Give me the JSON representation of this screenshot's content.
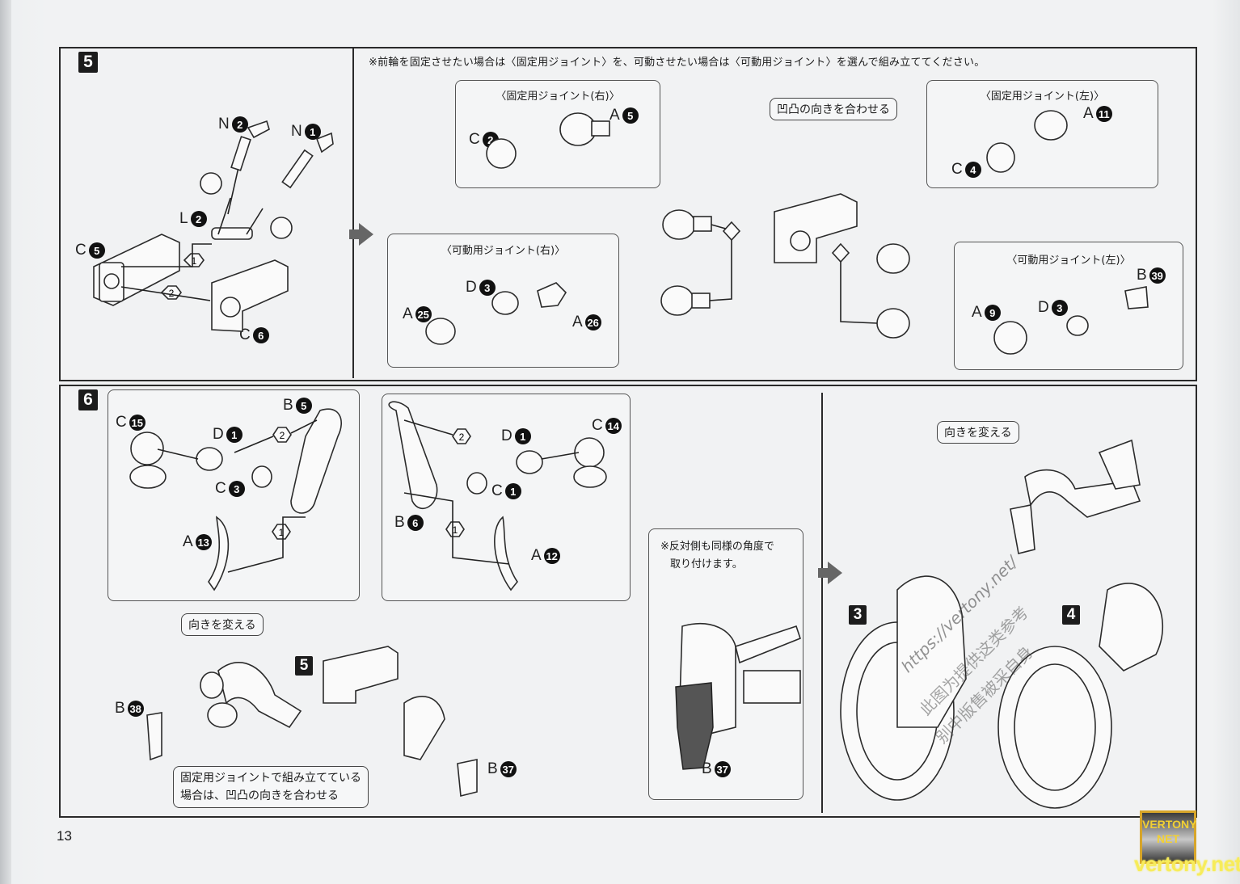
{
  "page": {
    "number": "13"
  },
  "step5": {
    "step_label": "5",
    "notice": "※前輪を固定させたい場合は〈固定用ジョイント〉を、可動させたい場合は〈可動用ジョイント〉を選んで組み立ててください。",
    "left_parts": [
      {
        "letter": "N",
        "num": "2"
      },
      {
        "letter": "N",
        "num": "1"
      },
      {
        "letter": "L",
        "num": "2"
      },
      {
        "letter": "C",
        "num": "5"
      },
      {
        "letter": "C",
        "num": "6"
      }
    ],
    "order_markers": [
      "1",
      "2"
    ],
    "fixed_right": {
      "title": "〈固定用ジョイント(右)〉",
      "parts": [
        {
          "letter": "C",
          "num": "2"
        },
        {
          "letter": "A",
          "num": "5"
        }
      ]
    },
    "fixed_left": {
      "title": "〈固定用ジョイント(左)〉",
      "parts": [
        {
          "letter": "C",
          "num": "4"
        },
        {
          "letter": "A",
          "num": "11"
        }
      ]
    },
    "movable_right": {
      "title": "〈可動用ジョイント(右)〉",
      "parts": [
        {
          "letter": "D",
          "num": "3"
        },
        {
          "letter": "A",
          "num": "25"
        },
        {
          "letter": "A",
          "num": "26"
        }
      ]
    },
    "movable_left": {
      "title": "〈可動用ジョイント(左)〉",
      "parts": [
        {
          "letter": "B",
          "num": "39"
        },
        {
          "letter": "A",
          "num": "9"
        },
        {
          "letter": "D",
          "num": "3"
        }
      ]
    },
    "align_callout": "凹凸の向きを合わせる"
  },
  "step6": {
    "step_label": "6",
    "box_left": {
      "parts": [
        {
          "letter": "C",
          "num": "15"
        },
        {
          "letter": "D",
          "num": "1"
        },
        {
          "letter": "B",
          "num": "5"
        },
        {
          "letter": "C",
          "num": "3"
        },
        {
          "letter": "A",
          "num": "13"
        }
      ],
      "order_markers": [
        "2",
        "1"
      ]
    },
    "box_right": {
      "parts": [
        {
          "letter": "D",
          "num": "1"
        },
        {
          "letter": "C",
          "num": "14"
        },
        {
          "letter": "C",
          "num": "1"
        },
        {
          "letter": "B",
          "num": "6"
        },
        {
          "letter": "A",
          "num": "12"
        }
      ],
      "order_markers": [
        "2",
        "1"
      ]
    },
    "turn_callout": "向きを変える",
    "sub_step_label": "5",
    "assembly_parts": [
      {
        "letter": "B",
        "num": "38"
      },
      {
        "letter": "B",
        "num": "37"
      }
    ],
    "fixed_joint_callout_line1": "固定用ジョイントで組み立てている",
    "fixed_joint_callout_line2": "場合は、凹凸の向きを合わせる",
    "opposite_side_note_line1": "※反対側も同様の角度で",
    "opposite_side_note_line2": "取り付けます。",
    "detail_part": {
      "letter": "B",
      "num": "37"
    },
    "result_turn_callout": "向きを変える",
    "result_labels": [
      "3",
      "4"
    ]
  },
  "watermark": {
    "diagonal_url": "https://vertony.net/",
    "diagonal_cn_1": "此图为提供这类参考",
    "diagonal_cn_2": "别中版售被采自身",
    "logo_line1": "VERTONY",
    "logo_line2": "NET",
    "url": "vertony.net",
    "logo_color": "#f2d033",
    "url_color": "#f7ec5a"
  }
}
